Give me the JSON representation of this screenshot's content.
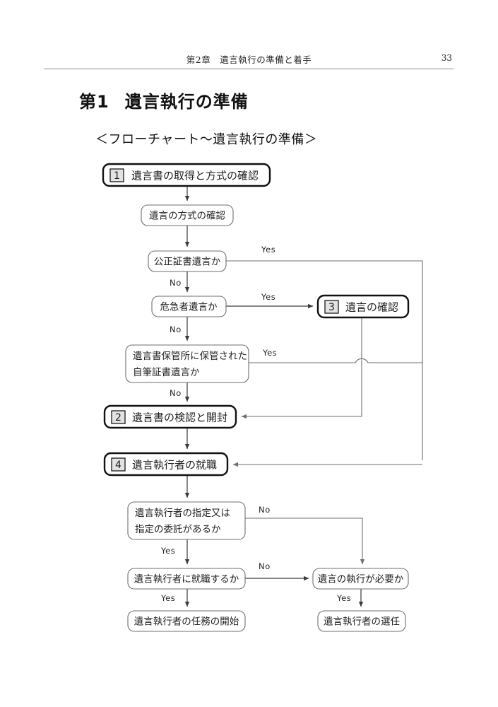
{
  "header": {
    "title": "第2章　遺言執行の準備と着手",
    "page_number": "33"
  },
  "section": {
    "number": "第1",
    "title": "遺言執行の準備",
    "subtitle": "＜フローチャート～遺言執行の準備＞"
  },
  "labels": {
    "yes": "Yes",
    "no": "No"
  },
  "flow": {
    "step1": {
      "badge": "1",
      "text": "遺言書の取得と方式の確認"
    },
    "step2": {
      "badge": "2",
      "text": "遺言書の検認と開封"
    },
    "step3": {
      "badge": "3",
      "text": "遺言の確認"
    },
    "step4": {
      "badge": "4",
      "text": "遺言執行者の就職"
    },
    "n_method": {
      "text": "遺言の方式の確認"
    },
    "n_notarial": {
      "text": "公正証書遺言か"
    },
    "n_emergency": {
      "text": "危急者遺言か"
    },
    "n_deposit_l1": {
      "text": "遺言書保管所に保管された"
    },
    "n_deposit_l2": {
      "text": "自筆証書遺言か"
    },
    "n_designate_l1": {
      "text": "遺言執行者の指定又は"
    },
    "n_designate_l2": {
      "text": "指定の委託があるか"
    },
    "n_accept": {
      "text": "遺言執行者に就職するか"
    },
    "n_duty_start": {
      "text": "遺言執行者の任務の開始"
    },
    "n_need_exec": {
      "text": "遺言の執行が必要か"
    },
    "n_appoint": {
      "text": "遺言執行者の選任"
    },
    "edges": {
      "e_notarial_yes": "Yes",
      "e_notarial_no": "No",
      "e_emergency_yes": "Yes",
      "e_emergency_no": "No",
      "e_deposit_yes": "Yes",
      "e_deposit_no": "No",
      "e_designate_no": "No",
      "e_designate_yes": "Yes",
      "e_accept_no": "No",
      "e_accept_yes": "Yes",
      "e_need_yes": "Yes"
    }
  }
}
